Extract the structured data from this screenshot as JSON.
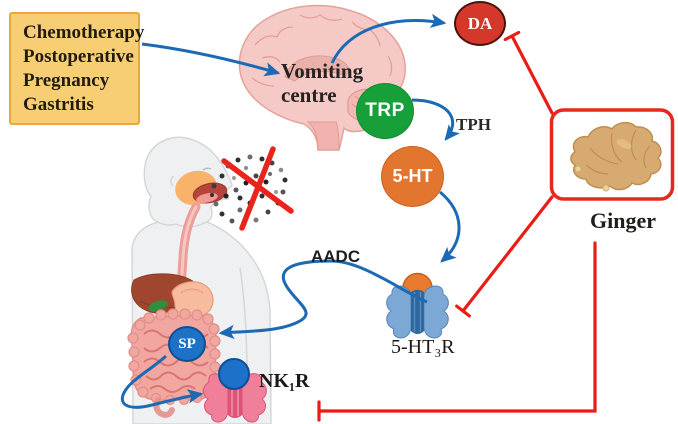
{
  "causes": {
    "items": [
      "Chemotherapy",
      "Postoperative",
      "Pregnancy",
      "Gastritis"
    ]
  },
  "brain_label": "Vomiting centre",
  "nodes": {
    "da": "DA",
    "trp": "TRP",
    "serotonin": "5-HT",
    "sp": "SP"
  },
  "enzymes": {
    "tph": "TPH",
    "aadc": "AADC"
  },
  "receptors": {
    "serotonin_receptor": "5-HT₃R",
    "nk1_receptor": "NK₁R"
  },
  "ginger_label": "Ginger",
  "colors": {
    "causes_box_fill": "#f8ce74",
    "causes_box_border": "#e8a73f",
    "da_red": "#d5382b",
    "trp_green": "#17a03a",
    "serotonin_orange": "#e3762e",
    "sp_blue": "#1d72c6",
    "arrow_blue": "#1c69b4",
    "inhibition_red": "#ea1c16",
    "ginger_box_border": "#e6281e",
    "ginger_root_tan": "#d7aa72"
  }
}
